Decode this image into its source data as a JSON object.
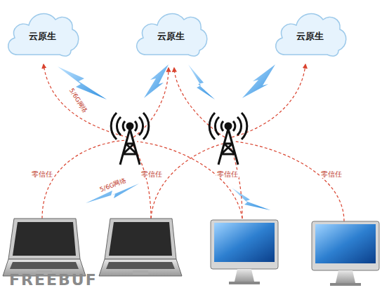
{
  "diagram": {
    "nodes": [
      {
        "text": [
          "云原生"
        ]
      },
      {
        "text": [
          "云原生"
        ]
      },
      {
        "text": [
          "云原生"
        ]
      }
    ],
    "labels": [
      "5/6G网络",
      "5/6G网络",
      "零信任",
      "零信任",
      "零信任",
      "零信任",
      "FREEBUF"
    ]
  }
}
